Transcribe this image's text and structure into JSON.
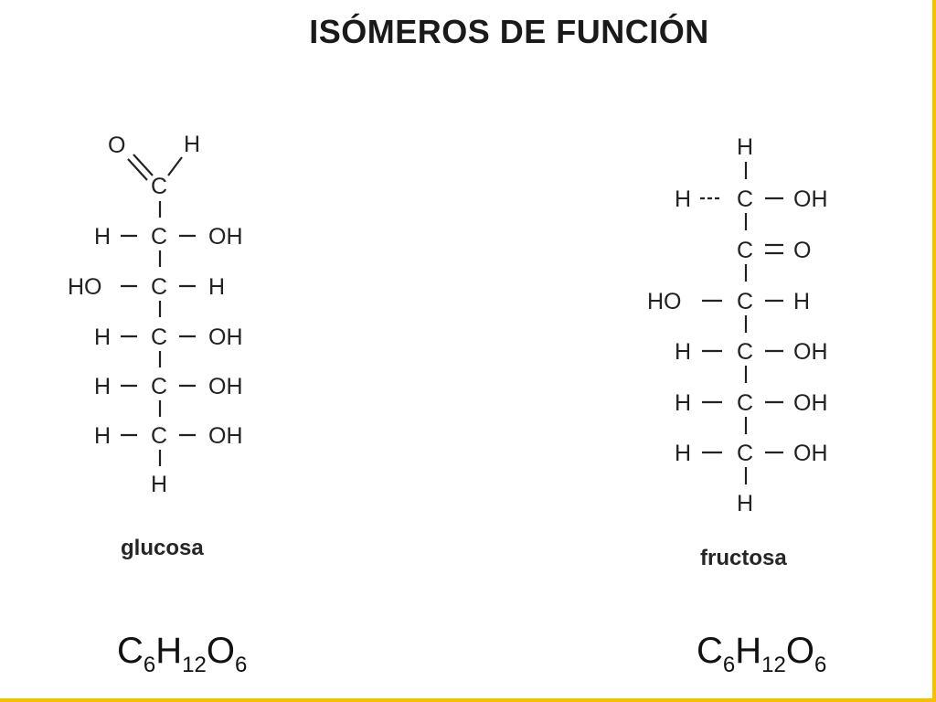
{
  "title": "ISÓMEROS DE FUNCIÓN",
  "molecules": [
    {
      "name": "glucosa",
      "formula": {
        "c": "C",
        "c_n": "6",
        "h": "H",
        "h_n": "12",
        "o": "O",
        "o_n": "6"
      },
      "atoms": {
        "aldehyde_o": "O",
        "aldehyde_h": "H",
        "aldehyde_c": "C",
        "rows": [
          {
            "left": "H",
            "center": "C",
            "right": "OH"
          },
          {
            "left": "HO",
            "center": "C",
            "right": "H"
          },
          {
            "left": "H",
            "center": "C",
            "right": "OH"
          },
          {
            "left": "H",
            "center": "C",
            "right": "OH"
          },
          {
            "left": "H",
            "center": "C",
            "right": "OH"
          }
        ],
        "bottom": "H"
      }
    },
    {
      "name": "fructosa",
      "formula": {
        "c": "C",
        "c_n": "6",
        "h": "H",
        "h_n": "12",
        "o": "O",
        "o_n": "6"
      },
      "atoms": {
        "top": "H",
        "rows": [
          {
            "left": "H",
            "center": "C",
            "right": "OH"
          },
          {
            "left": "",
            "center": "C",
            "right": "O"
          },
          {
            "left": "HO",
            "center": "C",
            "right": "H"
          },
          {
            "left": "H",
            "center": "C",
            "right": "OH"
          },
          {
            "left": "H",
            "center": "C",
            "right": "OH"
          },
          {
            "left": "H",
            "center": "C",
            "right": "OH"
          }
        ],
        "bottom": "H"
      }
    }
  ]
}
